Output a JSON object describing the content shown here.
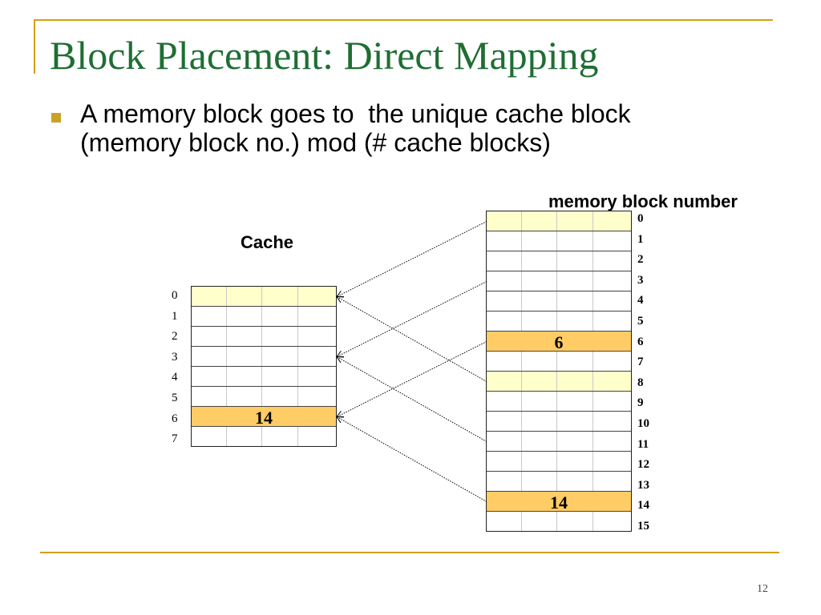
{
  "slide": {
    "title": "Block Placement: Direct Mapping",
    "bullet_lines": [
      "A memory block goes to  the unique cache block",
      "(memory block no.) mod (# cache blocks)"
    ],
    "page_number": "12",
    "colors": {
      "title": "#1f6e33",
      "accent": "#d4a017",
      "pale_highlight": "#ffffcc",
      "orange_highlight": "#ffcc66"
    }
  },
  "cache": {
    "label": "Cache",
    "indices": [
      "0",
      "1",
      "2",
      "3",
      "4",
      "5",
      "6",
      "7"
    ],
    "highlight_pale": [
      0
    ],
    "highlight_orange": [
      6
    ],
    "contents": {
      "6": "14"
    }
  },
  "memory": {
    "label": "memory block number",
    "indices": [
      "0",
      "1",
      "2",
      "3",
      "4",
      "5",
      "6",
      "7",
      "8",
      "9",
      "10",
      "11",
      "12",
      "13",
      "14",
      "15"
    ],
    "highlight_pale": [
      0,
      8
    ],
    "highlight_orange": [
      6,
      14
    ],
    "contents": {
      "6": "6",
      "14": "14"
    }
  },
  "mappings": [
    {
      "from_memory": 0,
      "to_cache": 0
    },
    {
      "from_memory": 8,
      "to_cache": 0
    },
    {
      "from_memory": 3,
      "to_cache": 3
    },
    {
      "from_memory": 11,
      "to_cache": 3
    },
    {
      "from_memory": 6,
      "to_cache": 6
    },
    {
      "from_memory": 14,
      "to_cache": 6
    }
  ]
}
